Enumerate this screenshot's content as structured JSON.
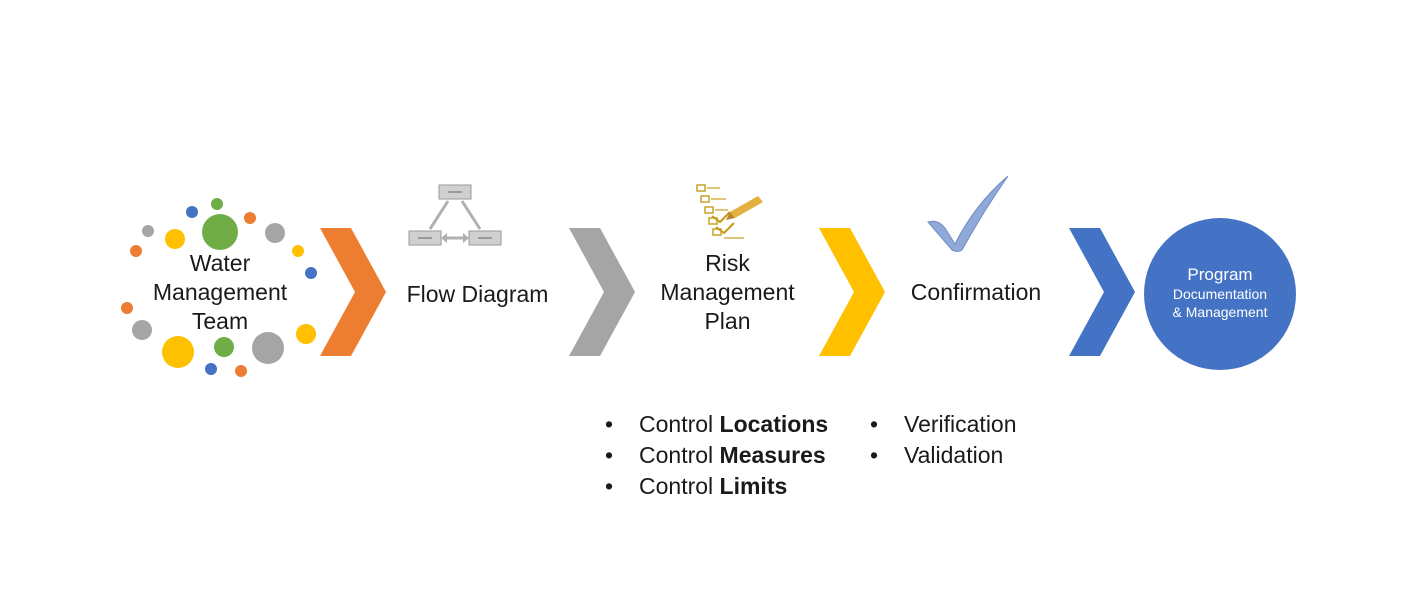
{
  "steps": [
    {
      "lines": [
        "Water",
        "Management",
        "Team"
      ],
      "icon": "team-dots-icon"
    },
    {
      "lines": [
        "Flow Diagram"
      ],
      "icon": "flowchart-icon"
    },
    {
      "lines": [
        "Risk",
        "Management",
        "Plan"
      ],
      "icon": "checklist-icon"
    },
    {
      "lines": [
        "Confirmation"
      ],
      "icon": "checkmark-icon"
    },
    {
      "lines": [
        "Program",
        "Documentation",
        "& Management"
      ],
      "icon": "circle"
    }
  ],
  "risk_bullets": [
    {
      "prefix": "Control ",
      "bold": "Locations"
    },
    {
      "prefix": "Control ",
      "bold": "Measures"
    },
    {
      "prefix": "Control ",
      "bold": "Limits"
    }
  ],
  "confirmation_bullets": [
    "Verification",
    "Validation"
  ],
  "colors": {
    "orange": "#ed7d31",
    "gray": "#a5a5a5",
    "yellow": "#ffc000",
    "blue": "#4472c4",
    "green": "#70ad47"
  }
}
